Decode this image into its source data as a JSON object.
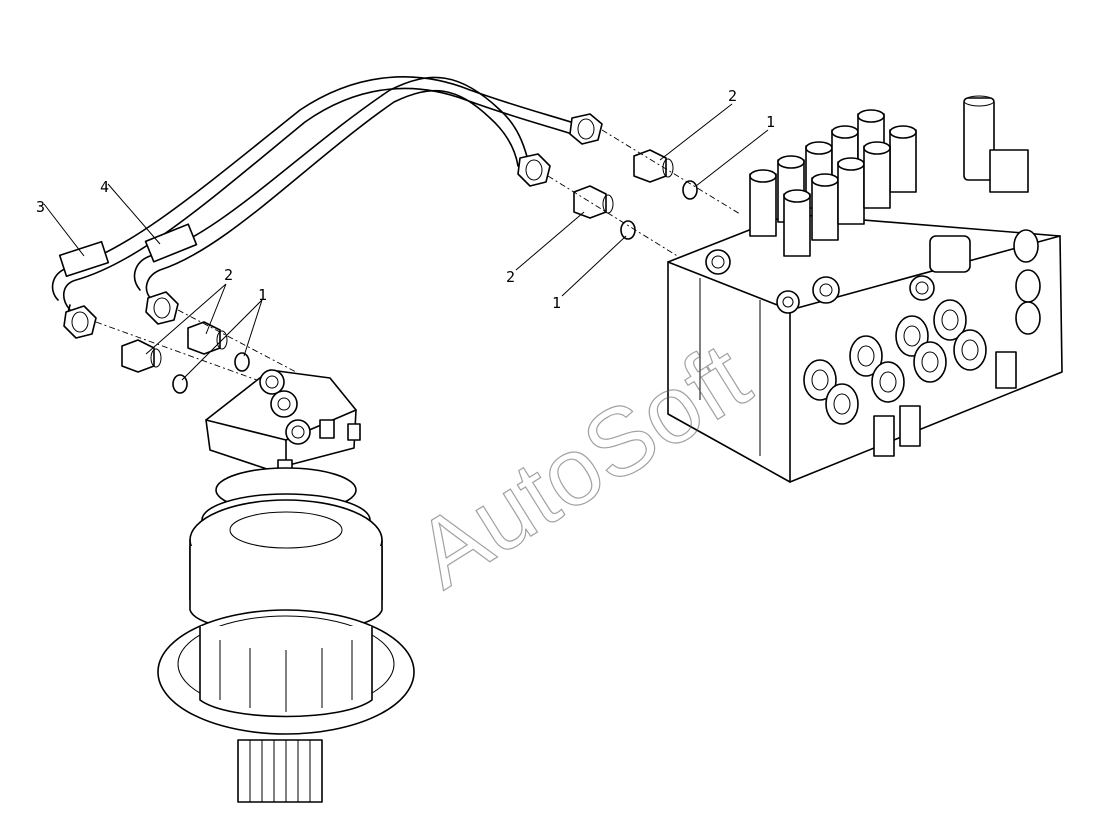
{
  "diagram": {
    "callouts": [
      {
        "id": "c-2-top",
        "label": "2"
      },
      {
        "id": "c-1-top",
        "label": "1"
      },
      {
        "id": "c-2-mid",
        "label": "2"
      },
      {
        "id": "c-1-mid",
        "label": "1"
      },
      {
        "id": "c-3",
        "label": "3"
      },
      {
        "id": "c-4",
        "label": "4"
      },
      {
        "id": "c-2-left",
        "label": "2"
      },
      {
        "id": "c-1-left",
        "label": "1"
      }
    ],
    "watermark": "AutoSoft"
  }
}
